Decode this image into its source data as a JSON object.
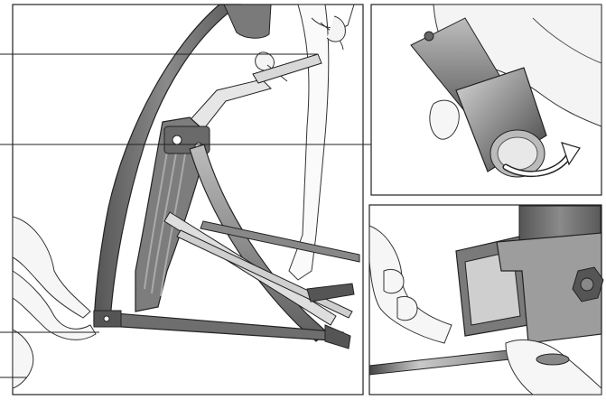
{
  "figure": {
    "description_free": true,
    "panels": [
      {
        "id": "main-assembly"
      },
      {
        "id": "detail-knob-rotation"
      },
      {
        "id": "detail-bracket-tool"
      }
    ],
    "callout_count": 4
  },
  "colors": {
    "background": "#ffffff",
    "stroke": "#222222",
    "frame_dark": "#6f6f6f",
    "frame_mid": "#9a9a9a",
    "frame_light": "#c8c8c8",
    "metal_dark": "#4a4a4a",
    "rail_light": "#d9d9d9"
  }
}
